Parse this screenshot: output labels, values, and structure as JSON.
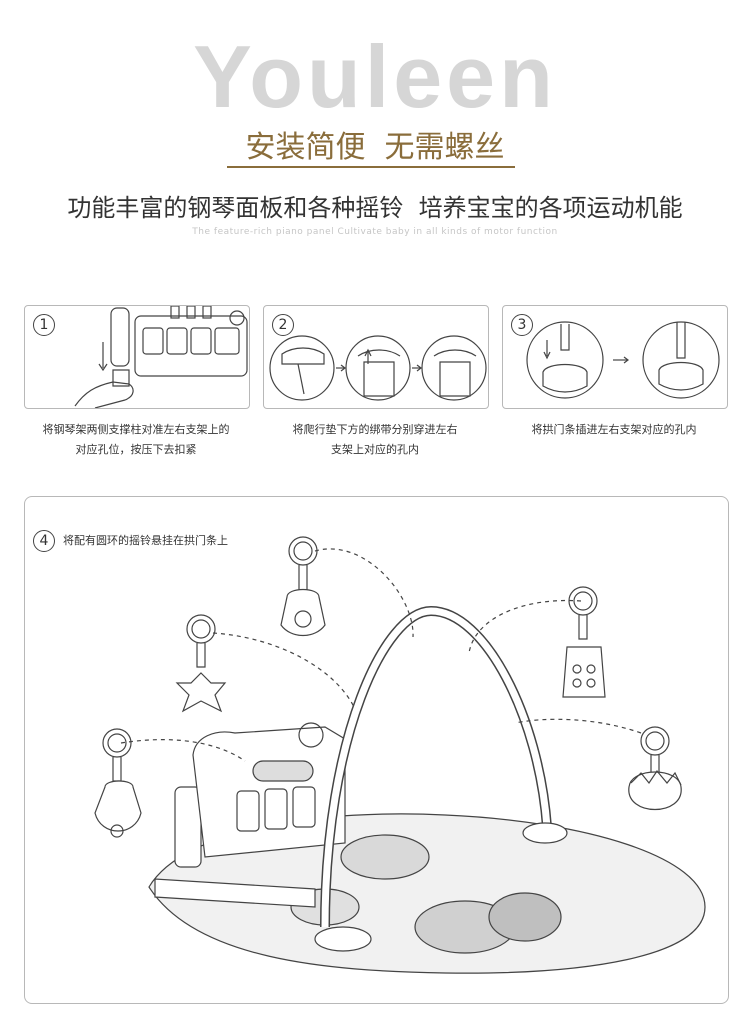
{
  "brand": "Youleen",
  "tagline": "安装简便  无需螺丝",
  "headline": "功能丰富的钢琴面板和各种摇铃  培养宝宝的各项运动机能",
  "subline": "The feature-rich piano panel Cultivate baby in all kinds of motor function",
  "steps": [
    {
      "number": "1",
      "caption_line1": "将钢琴架两侧支撑柱对准左右支架上的",
      "caption_line2": "对应孔位，按压下去扣紧"
    },
    {
      "number": "2",
      "caption_line1": "将爬行垫下方的绑带分别穿进左右",
      "caption_line2": "支架上对应的孔内"
    },
    {
      "number": "3",
      "caption_line1": "将拱门条插进左右支架对应的孔内",
      "caption_line2": ""
    },
    {
      "number": "4",
      "caption_line1": "将配有圆环的摇铃悬挂在拱门条上",
      "caption_line2": ""
    }
  ],
  "colors": {
    "brand_gray": "#d6d6d6",
    "accent_gold": "#8a6d3b",
    "line": "#444444"
  }
}
